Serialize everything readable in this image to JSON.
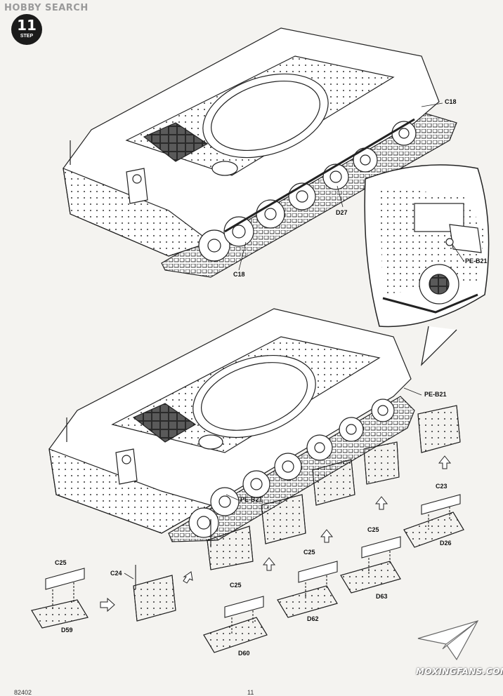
{
  "watermark_top": "HOBBY SEARCH",
  "step": {
    "number": "11",
    "label": "STEP"
  },
  "labels": {
    "c18_top": "C18",
    "c18_bottom": "C18",
    "d27": "D27",
    "pe_b21_inset": "PE-B21",
    "pe_b21_right": "PE-B21",
    "pe_b21_left": "PE-B21",
    "c23": "C23",
    "d26": "D26",
    "c25_a": "C25",
    "d59": "D59",
    "c24": "C24",
    "c25_b": "C25",
    "d60": "D60",
    "c25_c": "C25",
    "d62": "D62",
    "c25_d": "C25",
    "d63": "D63"
  },
  "watermark_bottom": "MOXINGFANS.COM",
  "page_code": "82402",
  "page_number": "11"
}
